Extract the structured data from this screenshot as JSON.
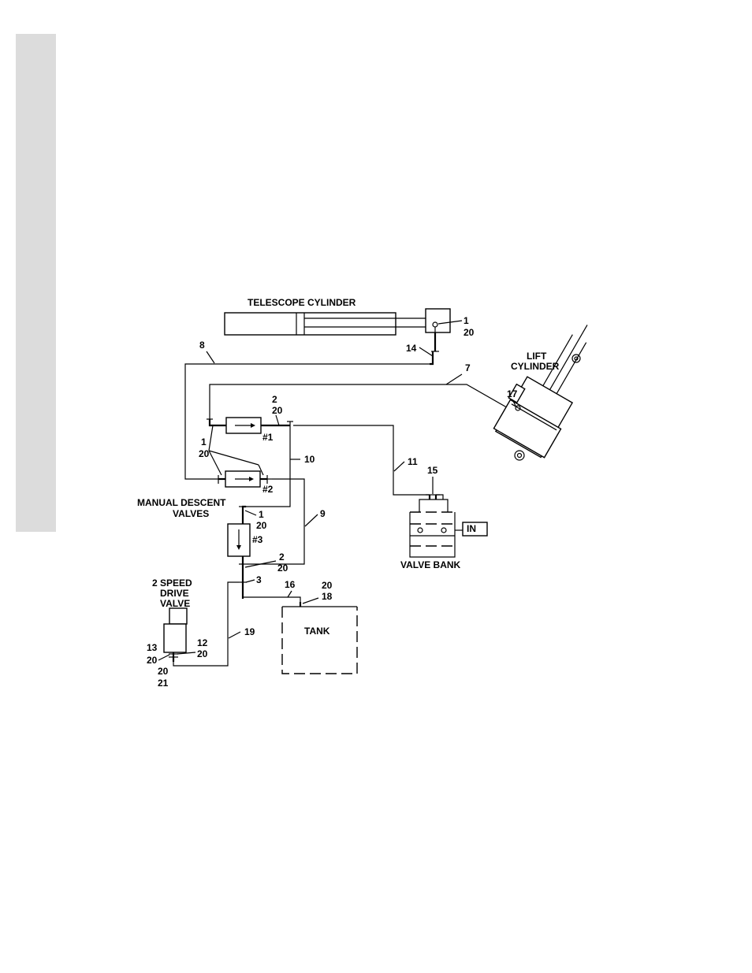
{
  "labels": {
    "telescope_cylinder": "TELESCOPE CYLINDER",
    "lift": "LIFT",
    "cylinder": "CYLINDER",
    "manual_descent": "MANUAL DESCENT",
    "valves": "VALVES",
    "valve_bank": "VALVE BANK",
    "two_speed": "2 SPEED",
    "drive": "DRIVE",
    "valve": "VALVE",
    "tank": "TANK",
    "in": "IN",
    "v1": "#1",
    "v2": "#2",
    "v3": "#3"
  },
  "callouts": {
    "tc_1": "1",
    "tc_20": "20",
    "n14": "14",
    "n8": "8",
    "n7": "7",
    "n17": "17",
    "v1_2": "2",
    "v1_20": "20",
    "md_1": "1",
    "md_20": "20",
    "n10": "10",
    "n11": "11",
    "n15": "15",
    "v3_1": "1",
    "v3_20": "20",
    "n9": "9",
    "v3_2": "2",
    "v3_20b": "20",
    "n3": "3",
    "n16": "16",
    "t_20": "20",
    "t_18": "18",
    "n19": "19",
    "d_13": "13",
    "d_20a": "20",
    "d_12": "12",
    "d_20b": "20",
    "d_20c": "20",
    "d_21": "21"
  }
}
